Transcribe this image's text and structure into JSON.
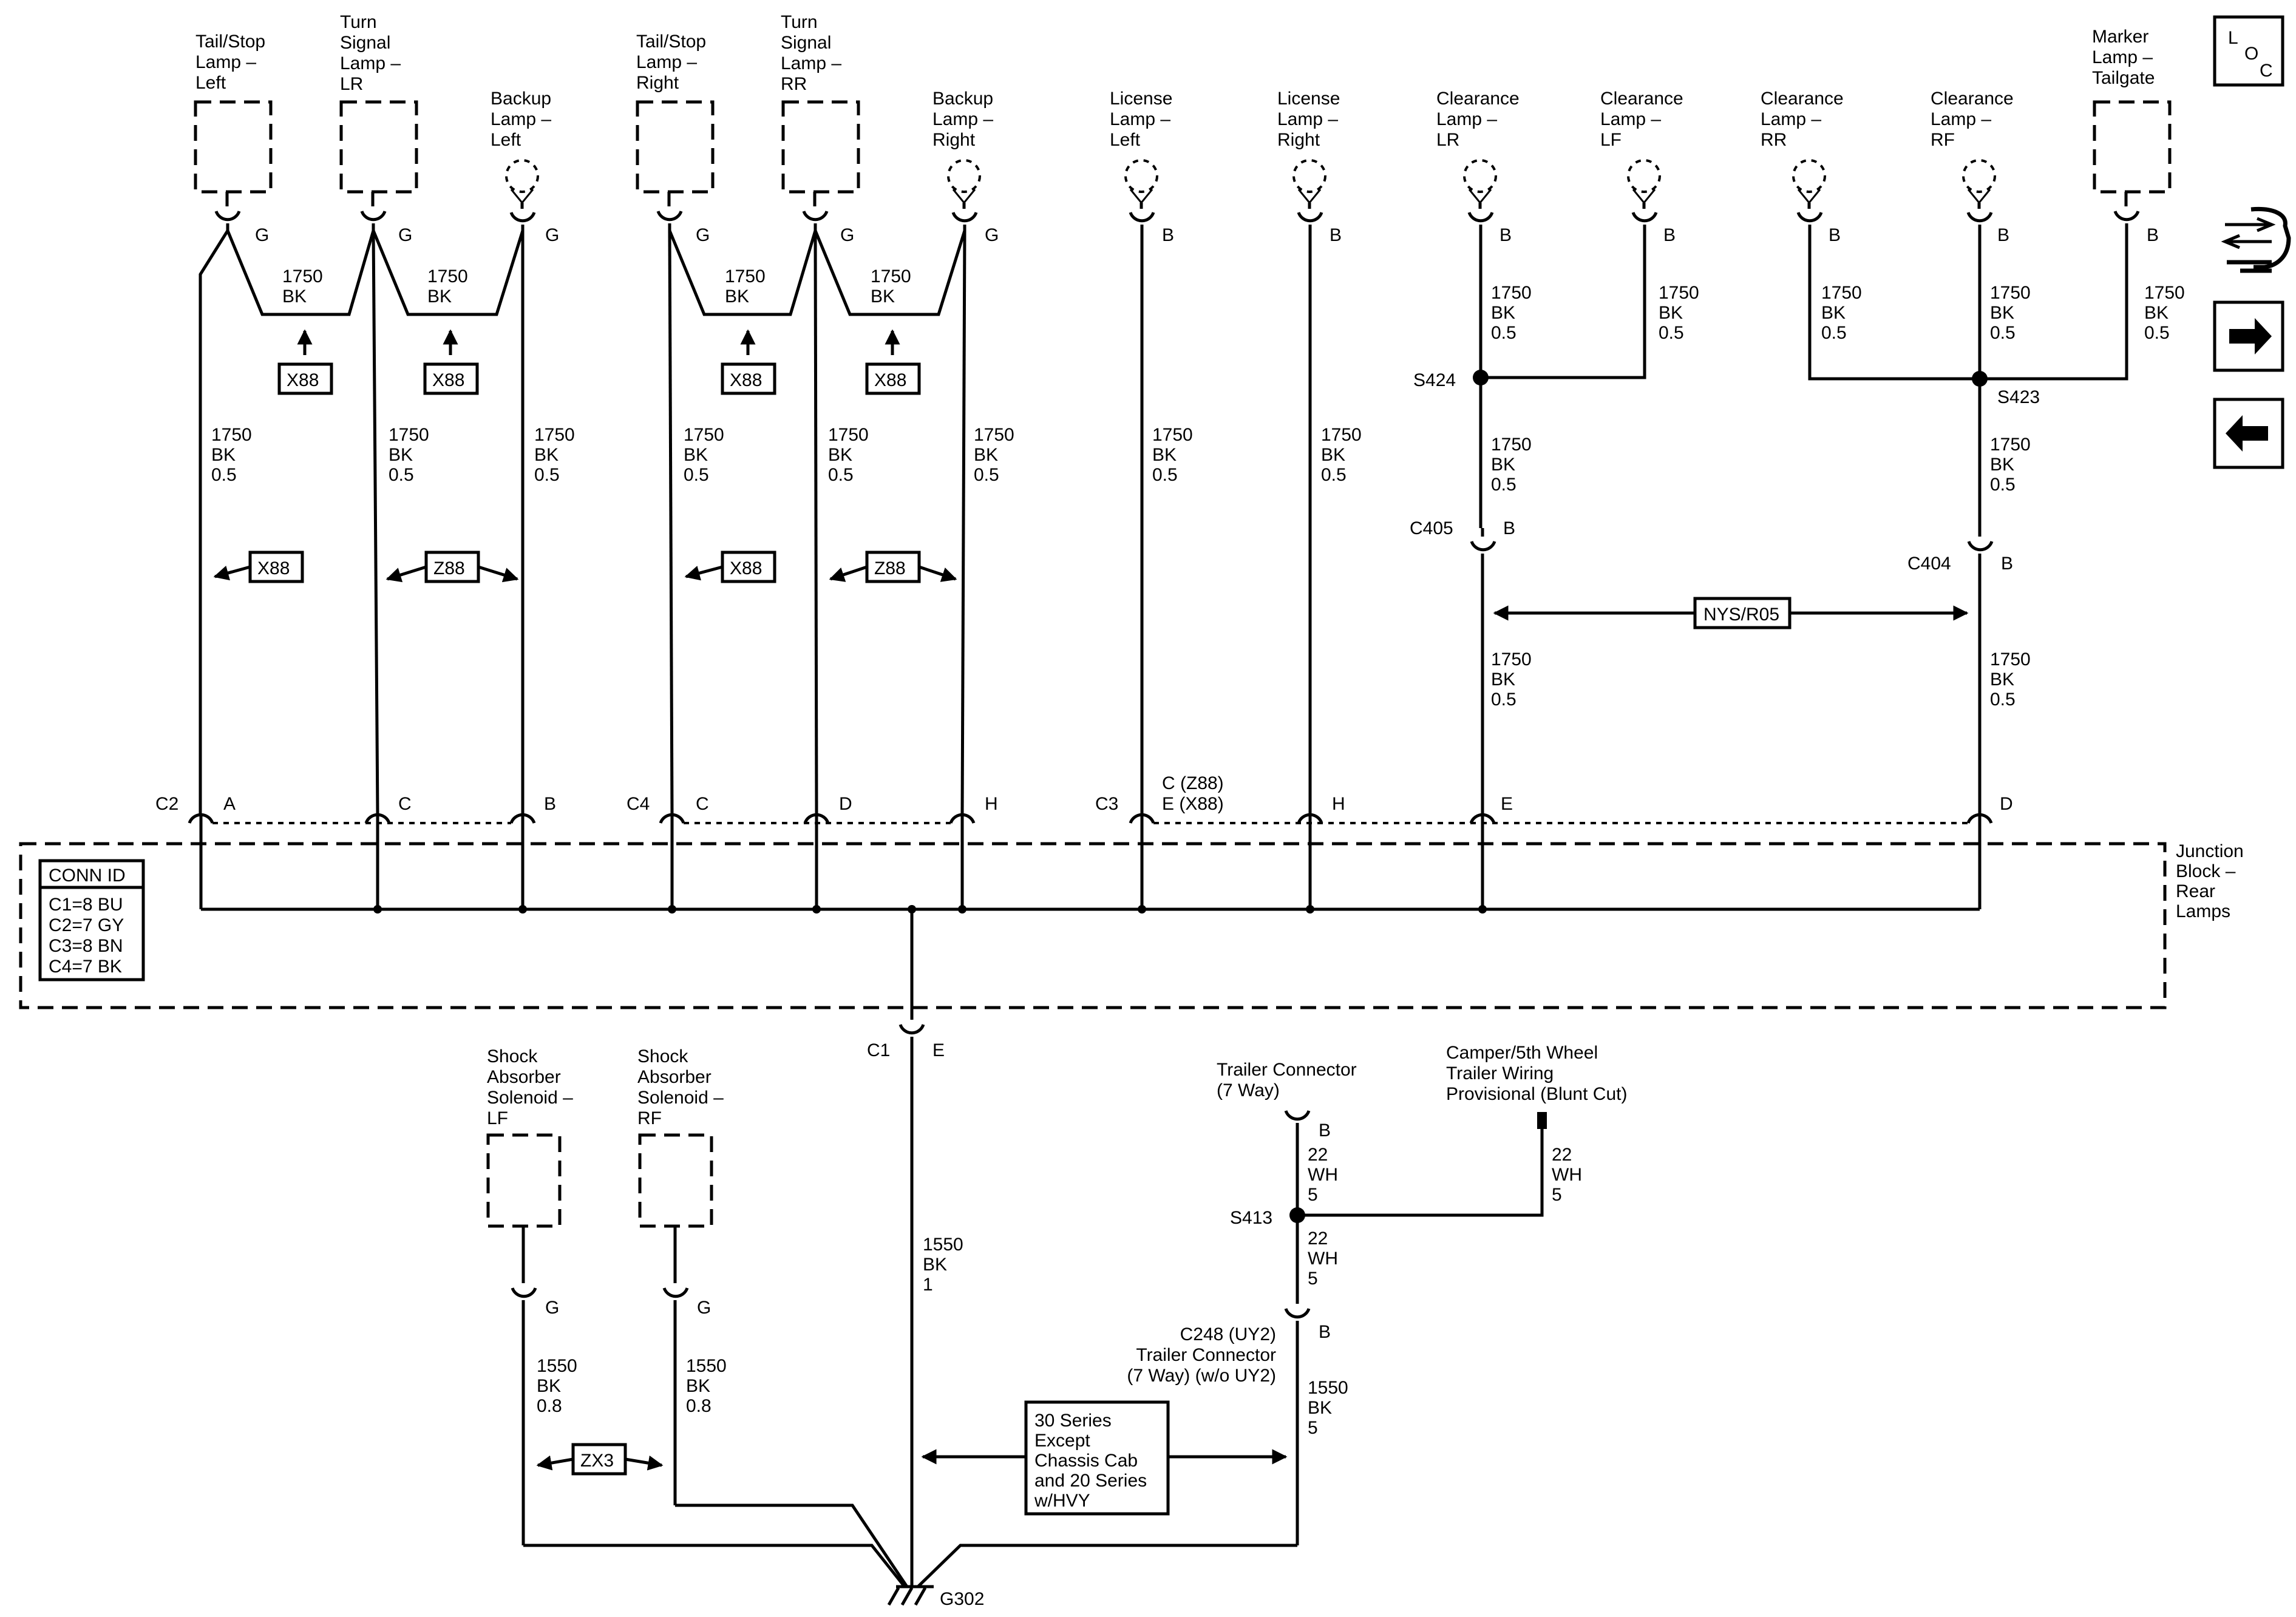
{
  "loc": {
    "l": "L",
    "o": "O",
    "c": "C"
  },
  "loads": {
    "tailstop_left": [
      "Tail/Stop",
      "Lamp –",
      "Left"
    ],
    "turn_lr": [
      "Turn",
      "Signal",
      "Lamp –",
      "LR"
    ],
    "backup_left": [
      "Backup",
      "Lamp –",
      "Left"
    ],
    "tailstop_right": [
      "Tail/Stop",
      "Lamp –",
      "Right"
    ],
    "turn_rr": [
      "Turn",
      "Signal",
      "Lamp –",
      "RR"
    ],
    "backup_right": [
      "Backup",
      "Lamp –",
      "Right"
    ],
    "license_left": [
      "License",
      "Lamp –",
      "Left"
    ],
    "license_right": [
      "License",
      "Lamp –",
      "Right"
    ],
    "clearance_lr": [
      "Clearance",
      "Lamp –",
      "LR"
    ],
    "clearance_lf": [
      "Clearance",
      "Lamp –",
      "LF"
    ],
    "clearance_rr": [
      "Clearance",
      "Lamp –",
      "RR"
    ],
    "clearance_rf": [
      "Clearance",
      "Lamp –",
      "RF"
    ],
    "marker_tailgate": [
      "Marker",
      "Lamp –",
      "Tailgate"
    ],
    "shock_lf": [
      "Shock",
      "Absorber",
      "Solenoid –",
      "LF"
    ],
    "shock_rf": [
      "Shock",
      "Absorber",
      "Solenoid –",
      "RF"
    ],
    "trailer_connector": [
      "Trailer Connector",
      "(7 Way)"
    ],
    "camper": [
      "Camper/5th Wheel",
      "Trailer Wiring",
      "Provisional (Blunt Cut)"
    ]
  },
  "pins": {
    "g": "G",
    "b": "B",
    "a": "A",
    "c": "C",
    "d": "D",
    "e": "E",
    "h": "H"
  },
  "pin_c3": [
    "C (Z88)",
    "E (X88)"
  ],
  "wire_1750_05": [
    "1750",
    "BK",
    "0.5"
  ],
  "wire_1750_bk": [
    "1750",
    "BK"
  ],
  "wire_1550_1": [
    "1550",
    "BK",
    "1"
  ],
  "wire_1550_08": [
    "1550",
    "BK",
    "0.8"
  ],
  "wire_22_wh_5": [
    "22",
    "WH",
    "5"
  ],
  "wire_1550_5": [
    "1550",
    "BK",
    "5"
  ],
  "options": {
    "x88": "X88",
    "z88": "Z88",
    "zx3": "ZX3",
    "nys": "NYS/R05"
  },
  "note_30_series": [
    "30 Series",
    "Except",
    "Chassis Cab",
    "and 20 Series",
    "w/HVY"
  ],
  "connectors": {
    "c1": "C1",
    "c2": "C2",
    "c3": "C3",
    "c4": "C4",
    "c404": "C404",
    "c405": "C405"
  },
  "c248": [
    "C248 (UY2)",
    "Trailer Connector",
    "(7 Way) (w/o UY2)"
  ],
  "splices": {
    "s424": "S424",
    "s423": "S423",
    "s413": "S413"
  },
  "ground": "G302",
  "junction_block": [
    "Junction",
    "Block –",
    "Rear",
    "Lamps"
  ],
  "conn_id": {
    "title": "CONN ID",
    "rows": [
      "C1=8 BU",
      "C2=7 GY",
      "C3=8 BN",
      "C4=7 BK"
    ]
  }
}
